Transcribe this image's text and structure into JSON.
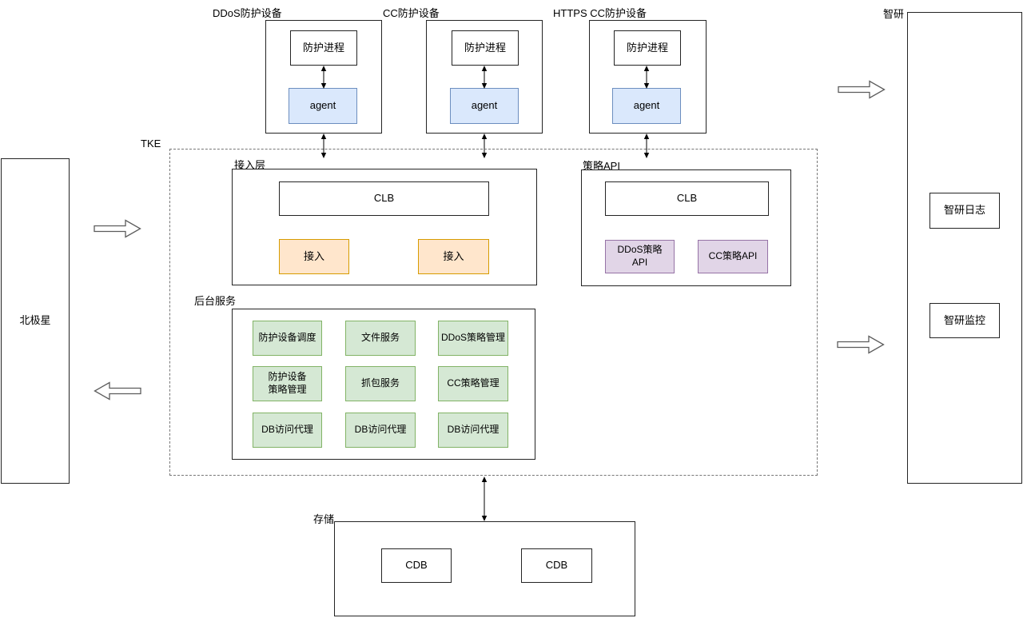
{
  "diagram": {
    "devices": [
      {
        "title": "DDoS防护设备",
        "process": "防护进程",
        "agent": "agent"
      },
      {
        "title": "CC防护设备",
        "process": "防护进程",
        "agent": "agent"
      },
      {
        "title": "HTTPS CC防护设备",
        "process": "防护进程",
        "agent": "agent"
      }
    ],
    "polaris": {
      "label": "北极星"
    },
    "tke": {
      "label": "TKE",
      "access": {
        "label": "接入层",
        "clb": "CLB",
        "nodes": [
          "接入",
          "接入"
        ]
      },
      "policy": {
        "label": "策略API",
        "clb": "CLB",
        "apis": [
          "DDoS策略\nAPI",
          "CC策略API"
        ]
      },
      "backend": {
        "label": "后台服务",
        "services": [
          "防护设备调度",
          "文件服务",
          "DDoS策略管理",
          "防护设备\n策略管理",
          "抓包服务",
          "CC策略管理",
          "DB访问代理",
          "DB访问代理",
          "DB访问代理"
        ]
      }
    },
    "storage": {
      "label": "存储",
      "dbs": [
        "CDB",
        "CDB"
      ]
    },
    "zhiyan": {
      "label": "智研",
      "items": [
        "智研日志",
        "智研监控"
      ]
    },
    "colors": {
      "agent_fill": "#dae8fc",
      "agent_border": "#6c8ebf",
      "access_fill": "#ffe6cc",
      "access_border": "#d79b00",
      "policy_fill": "#e1d5e7",
      "policy_border": "#9673a6",
      "service_fill": "#d5e8d4",
      "service_border": "#82b366"
    }
  }
}
